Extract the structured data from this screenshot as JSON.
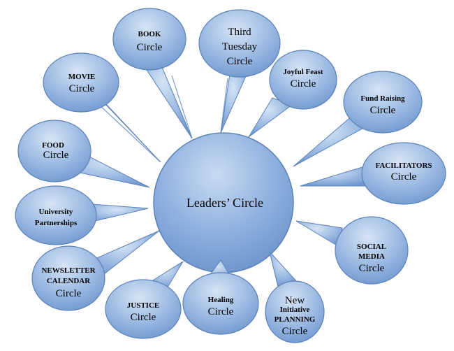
{
  "center": {
    "label": "Leaders’ Circle"
  },
  "nodes": [
    {
      "id": "book",
      "line1": "BOOK",
      "line2": "Circle"
    },
    {
      "id": "third-tuesday",
      "line1": "Third",
      "line2": "Tuesday",
      "line3": "Circle"
    },
    {
      "id": "joyful-feast",
      "line1": "Joyful Feast",
      "line2": "Circle"
    },
    {
      "id": "fund-raising",
      "line1": "Fund Raising",
      "line2": "Circle"
    },
    {
      "id": "facilitators",
      "line1": "FACILITATORS",
      "line2": "Circle"
    },
    {
      "id": "social-media",
      "line1": "SOCIAL",
      "line2": "MEDIA",
      "line3": "Circle"
    },
    {
      "id": "new-initiative",
      "line1": "New",
      "line2": "Initiative",
      "line3": "PLANNING",
      "line4": "Circle"
    },
    {
      "id": "healing",
      "line1": "Healing",
      "line2": "Circle"
    },
    {
      "id": "justice",
      "line1": "JUSTICE",
      "line2": "Circle"
    },
    {
      "id": "newsletter",
      "line1": "NEWSLETTER",
      "line2": "CALENDAR",
      "line3": "Circle"
    },
    {
      "id": "university",
      "line1": "University",
      "line2": "Partnerships"
    },
    {
      "id": "food",
      "line1": "FOOD",
      "line2": "Circle"
    },
    {
      "id": "movie",
      "line1": "MOVIE",
      "line2": "Circle"
    }
  ],
  "colors": {
    "fill_light": "#c2d6f0",
    "fill_dark": "#6f98cf",
    "stroke": "#5b82b8"
  }
}
